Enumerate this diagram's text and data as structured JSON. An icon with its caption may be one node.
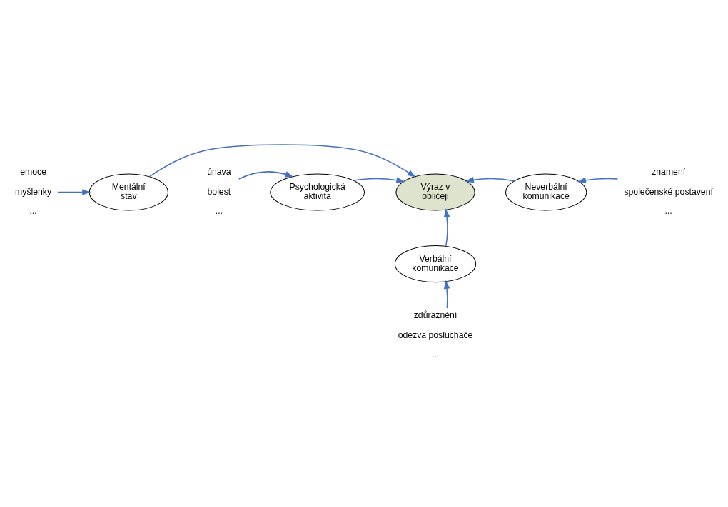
{
  "diagram": {
    "nodes": [
      {
        "text": [
          "emoce",
          "myšlenky",
          "..."
        ]
      },
      {
        "text": [
          "Mentální stav"
        ]
      },
      {
        "text": [
          "únava",
          "bolest",
          "..."
        ]
      },
      {
        "text": [
          "Psychologická aktivita"
        ]
      },
      {
        "text": [
          "Výraz v obličeji"
        ]
      },
      {
        "text": [
          "Neverbální komunikace"
        ]
      },
      {
        "text": [
          "znamení",
          "společenské postavení",
          "..."
        ]
      },
      {
        "text": [
          "Verbální komunikace"
        ]
      },
      {
        "text": [
          "zdůraznění",
          "odezva posluchače",
          "..."
        ]
      }
    ],
    "edges": [
      {
        "from": 0,
        "to": 1,
        "arrow": "to"
      },
      {
        "from": 1,
        "to": 4,
        "arrow": "to"
      },
      {
        "from": 2,
        "to": 3,
        "arrow": "to"
      },
      {
        "from": 3,
        "to": 4,
        "arrow": "to"
      },
      {
        "from": 6,
        "to": 5,
        "arrow": "to"
      },
      {
        "from": 5,
        "to": 4,
        "arrow": "to"
      },
      {
        "from": 8,
        "to": 7,
        "arrow": "to"
      },
      {
        "from": 7,
        "to": 4,
        "arrow": "to"
      }
    ]
  }
}
